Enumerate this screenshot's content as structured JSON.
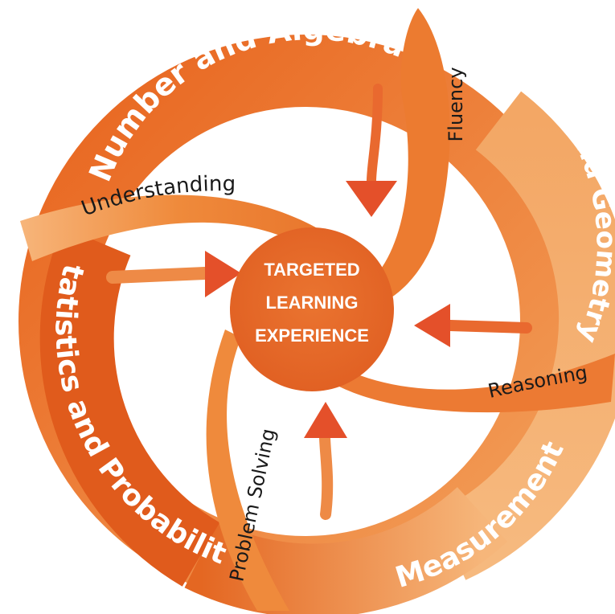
{
  "center": {
    "lines": [
      "TARGETED",
      "LEARNING",
      "EXPERIENCE"
    ]
  },
  "strands": {
    "number_and_algebra": "Number and Algebra",
    "measurement_and_geometry": "Measurement and Geometry",
    "measurement_label": "Measurement",
    "and_geometry_label": "and Geometry",
    "statistics_and_probability": "Statistics and Probability"
  },
  "proficiencies": {
    "understanding": "Understanding",
    "fluency": "Fluency",
    "reasoning": "Reasoning",
    "problem_solving": "Problem Solving"
  },
  "colors": {
    "ring_dark": "#e2611f",
    "ring_mid": "#ee7d32",
    "ring_light": "#f6b377",
    "ribbon": "#f2944a",
    "ribbon_light": "#f8b87c",
    "arrow": "#e4502a",
    "center": "#e6692a"
  }
}
